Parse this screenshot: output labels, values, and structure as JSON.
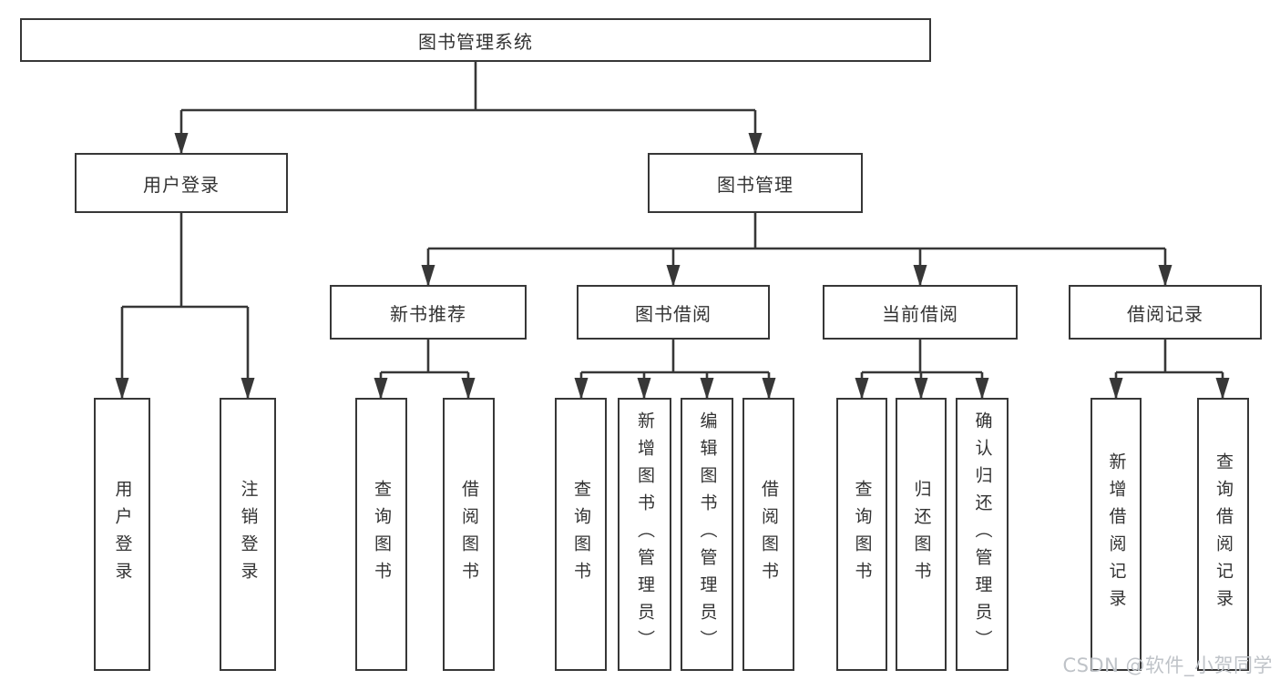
{
  "diagram": {
    "root": {
      "label": "图书管理系统"
    },
    "branches": [
      {
        "label": "用户登录",
        "children": [
          {
            "label": "用户登录"
          },
          {
            "label": "注销登录"
          }
        ]
      },
      {
        "label": "图书管理",
        "children": [
          {
            "label": "新书推荐",
            "children": [
              {
                "label": "查询图书"
              },
              {
                "label": "借阅图书"
              }
            ]
          },
          {
            "label": "图书借阅",
            "children": [
              {
                "label": "查询图书"
              },
              {
                "label": "新增图书（管理员）"
              },
              {
                "label": "编辑图书（管理员）"
              },
              {
                "label": "借阅图书"
              }
            ]
          },
          {
            "label": "当前借阅",
            "children": [
              {
                "label": "查询图书"
              },
              {
                "label": "归还图书"
              },
              {
                "label": "确认归还（管理员）"
              }
            ]
          },
          {
            "label": "借阅记录",
            "children": [
              {
                "label": "新增借阅记录"
              },
              {
                "label": "查询借阅记录"
              }
            ]
          }
        ]
      }
    ],
    "line_color": "#373737"
  },
  "watermark": {
    "text": "CSDN @软件_小贺同学"
  }
}
